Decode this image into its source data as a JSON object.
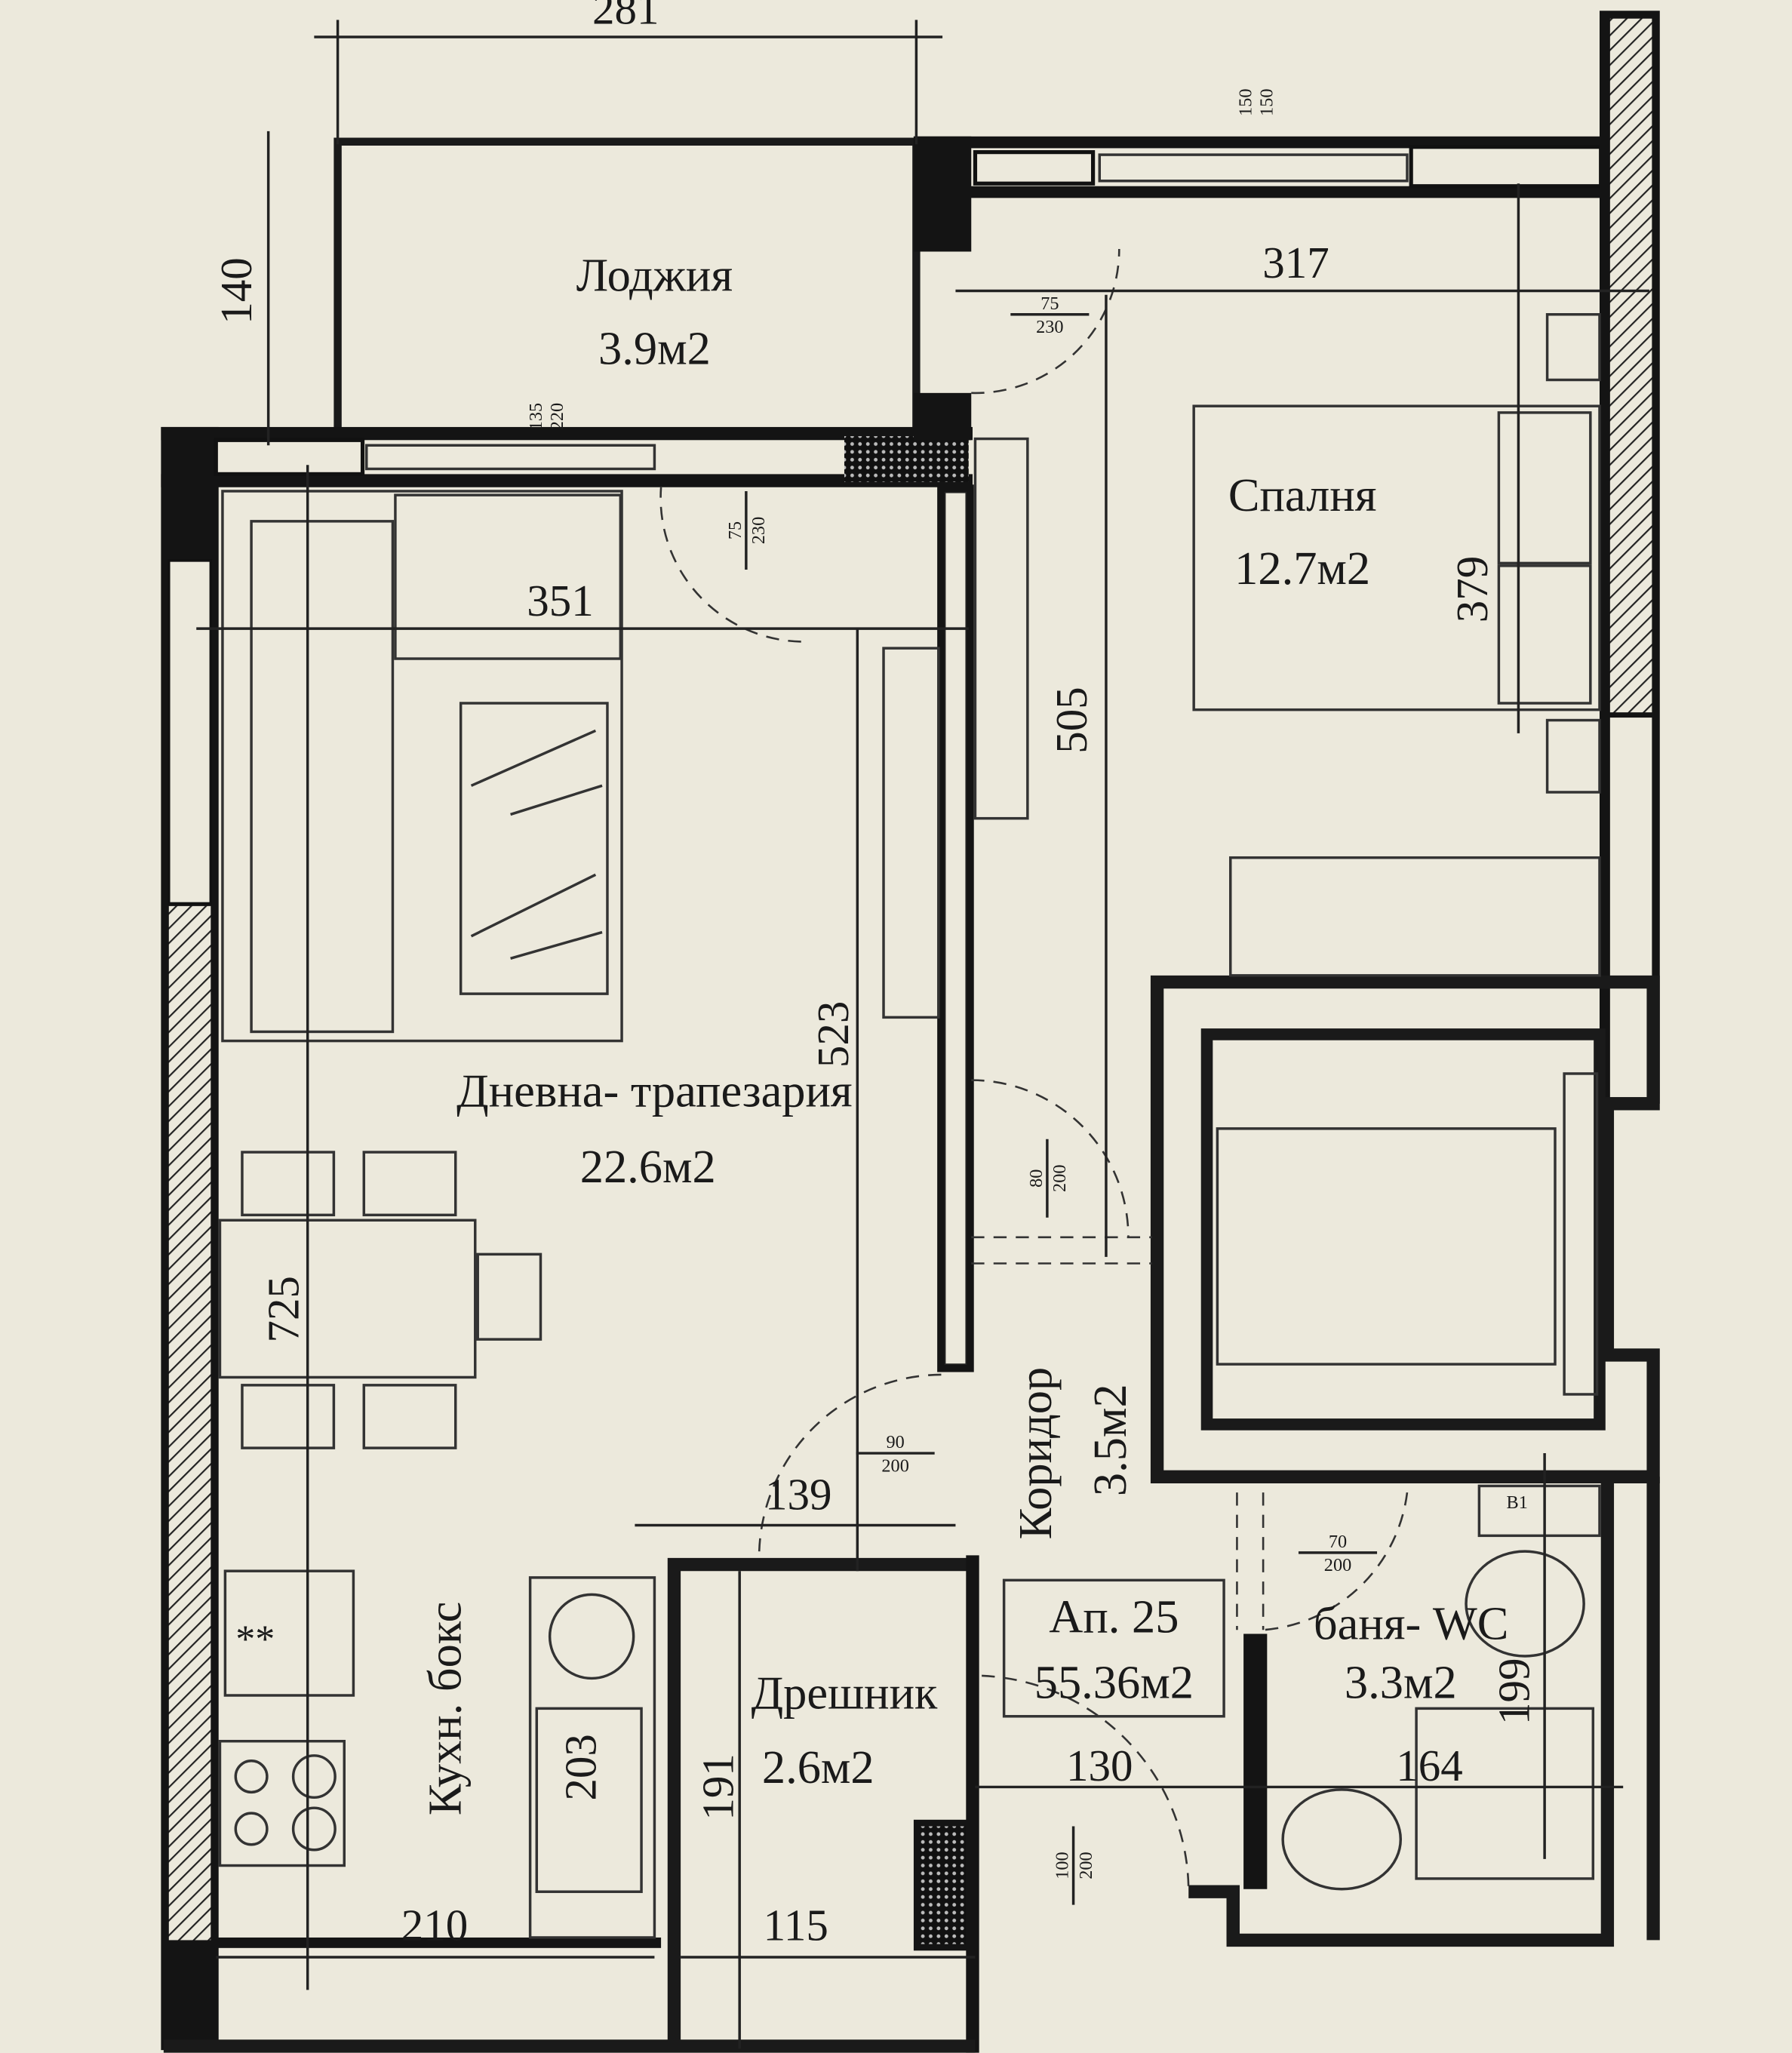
{
  "rooms": {
    "loggia": {
      "name": "Лоджия",
      "area": "3.9м2"
    },
    "bedroom": {
      "name": "Спалня",
      "area": "12.7м2"
    },
    "living": {
      "name": "Дневна- трапезария",
      "area": "22.6м2"
    },
    "corridor": {
      "name": "Коридор",
      "area": "3.5м2"
    },
    "kitchen": {
      "name": "Кухн. бокс"
    },
    "closet": {
      "name": "Дрешник",
      "area": "2.6м2"
    },
    "bathroom": {
      "name": "баня- WC",
      "area": "3.3м2"
    }
  },
  "apartment": {
    "number": "Ап. 25",
    "area": "55.36м2"
  },
  "dimensions": {
    "loggia_width": "281",
    "loggia_depth": "140",
    "bedroom_width": "317",
    "bedroom_depth": "379",
    "living_width": "351",
    "living_depth": "523",
    "corridor_length": "505",
    "total_depth": "725",
    "entry": "139",
    "kitchen_width": "210",
    "kitchen_depth": "203",
    "closet_width": "115",
    "closet_depth": "191",
    "corridor_width": "130",
    "bath_width": "164",
    "bath_depth": "199"
  },
  "openings": {
    "window_loggia": [
      "135",
      "220"
    ],
    "window_bedroom": [
      "150",
      "150"
    ],
    "door_bedroom_balcony": [
      "75",
      "230"
    ],
    "door_living_loggia": [
      "75",
      "230"
    ],
    "door_bedroom": [
      "80",
      "200"
    ],
    "door_living": [
      "90",
      "200"
    ],
    "door_bath": [
      "70",
      "200"
    ],
    "door_entry": [
      "100",
      "200"
    ]
  },
  "fixtures": {
    "boiler": "B1"
  },
  "colors": {
    "background": "#ECE9DC",
    "wall": "#141414"
  }
}
